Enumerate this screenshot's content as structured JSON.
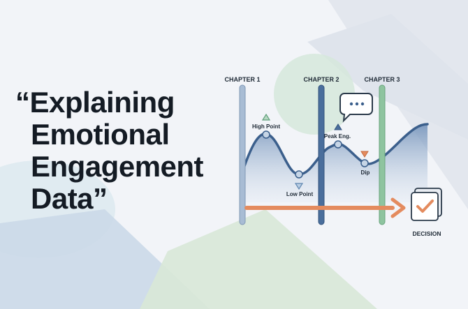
{
  "title": {
    "line1": "“Explaining",
    "line2": "Emotional",
    "line3": "Engagement",
    "line4": "Data”"
  },
  "chapters": [
    "CHAPTER 1",
    "CHAPTER 2",
    "CHAPTER 3"
  ],
  "points": {
    "high": "High Point",
    "low": "Low Point",
    "peak": "Peak Eng.",
    "dip": "Dip"
  },
  "decision_label": "DECISION",
  "colors": {
    "curve": "#3b5f8c",
    "chapter1": "#a8bcd4",
    "chapter2": "#4a6e9c",
    "chapter3": "#8ec49f",
    "arrow": "#e48b5e",
    "marker_up": "#5f9f7a",
    "marker_down": "#e48b5e"
  }
}
